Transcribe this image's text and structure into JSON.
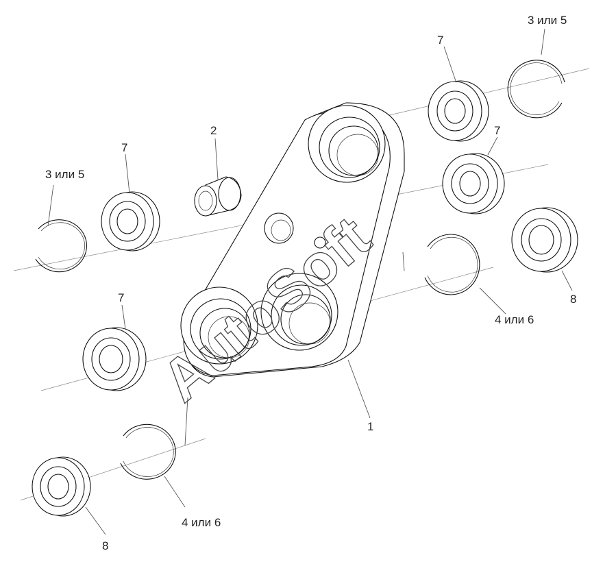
{
  "labels": {
    "part_1": "1",
    "part_2": "2",
    "part_7_left": "7",
    "part_3_or_5_left": "3 или 5",
    "part_7_bottom_left": "7",
    "part_8_bottom_left": "8",
    "part_4_or_6_bottom": "4 или 6",
    "part_7_top_right": "7",
    "part_3_or_5_top_right": "3 или 5",
    "part_7_right": "7",
    "part_8_right": "8",
    "part_4_or_6_right": "4 или 6"
  },
  "watermark": "AutoSoft"
}
